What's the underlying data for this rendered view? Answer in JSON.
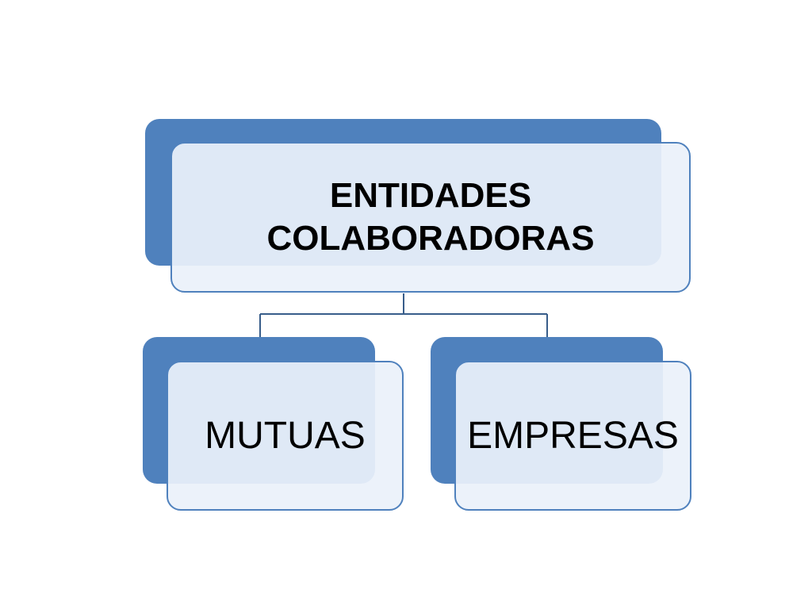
{
  "diagram": {
    "root": {
      "line1": "ENTIDADES",
      "line2": "COLABORADORAS"
    },
    "children": [
      {
        "label": "MUTUAS"
      },
      {
        "label": "EMPRESAS"
      }
    ]
  },
  "colors": {
    "accent": "#4f81bd",
    "fill": "#ebf1fa",
    "connector": "#385d8a",
    "text": "#000000"
  }
}
